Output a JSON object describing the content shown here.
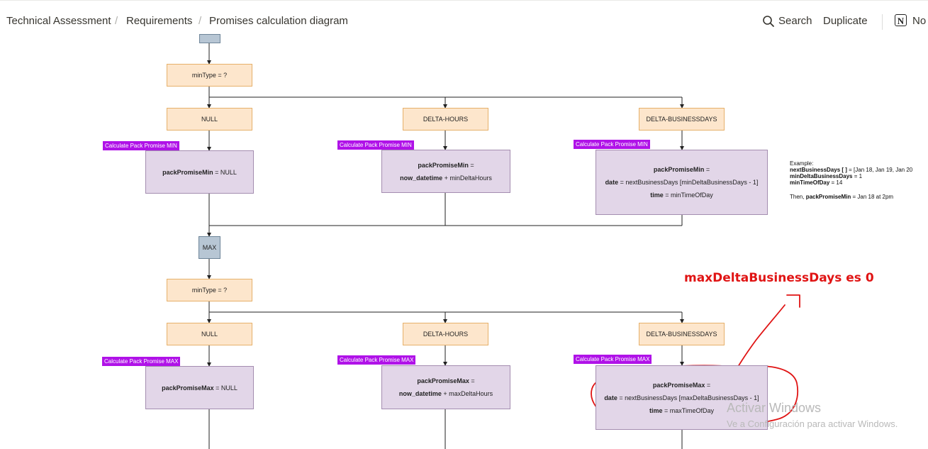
{
  "breadcrumb": [
    "Technical Assessment",
    "Requirements",
    "Promises calculation diagram"
  ],
  "breadcrumb_sep": "/",
  "topbar": {
    "search": "Search",
    "duplicate": "Duplicate",
    "notion_partial": "No",
    "notion_logo": "N"
  },
  "diagram": {
    "min_section": {
      "decision": "minType = ?",
      "branches": [
        "NULL",
        "DELTA-HOURS",
        "DELTA-BUSINESSDAYS"
      ],
      "tag": "Calculate Pack Promise MIN",
      "null_box": {
        "bold": "packPromiseMin",
        "rest": " = NULL"
      },
      "hours_box": {
        "line1_bold": "packPromiseMin",
        "line1_rest": " =",
        "line2_bold": "now_datetime",
        "line2_rest": " + minDeltaHours"
      },
      "days_box": {
        "line1_bold": "packPromiseMin",
        "line1_rest": " =",
        "line2_bold": "date",
        "line2_rest": " = nextBusinessDays [minDeltaBusinessDays - 1]",
        "line3_bold": "time",
        "line3_rest": " = minTimeOfDay"
      }
    },
    "max_node": "MAX",
    "max_section": {
      "decision": "minType = ?",
      "branches": [
        "NULL",
        "DELTA-HOURS",
        "DELTA-BUSINESSDAYS"
      ],
      "tag": "Calculate Pack Promise MAX",
      "null_box": {
        "bold": "packPromiseMax",
        "rest": " = NULL"
      },
      "hours_box": {
        "line1_bold": "packPromiseMax",
        "line1_rest": " =",
        "line2_bold": "now_datetime",
        "line2_rest": " + maxDeltaHours"
      },
      "days_box": {
        "line1_bold": "packPromiseMax",
        "line1_rest": " =",
        "line2_bold": "date",
        "line2_rest": " = nextBusinessDays [maxDeltaBusinessDays - 1]",
        "line3_bold": "time",
        "line3_rest": " = maxTimeOfDay"
      }
    },
    "example": {
      "title": "Example:",
      "l1_bold": "nextBusinessDays [ ]",
      "l1_rest": " = [Jan 18, Jan 19, Jan 20",
      "l2_bold": "minDeltaBusinessDays",
      "l2_rest": " = 1",
      "l3_bold": "minTimeOfDay",
      "l3_rest": " = 14",
      "l4_pre": "Then, ",
      "l4_bold": "packPromiseMin",
      "l4_rest": " = Jan 18 at 2pm"
    }
  },
  "annotation": "maxDeltaBusinessDays es 0",
  "watermark": {
    "title": "Activar Windows",
    "subtitle": "Ve a Configuración para activar Windows."
  },
  "colors": {
    "annotation": "#e01414",
    "tag": "#b012e8",
    "orange_fill": "#fde6cc",
    "purple_fill": "#e2d6e8"
  }
}
